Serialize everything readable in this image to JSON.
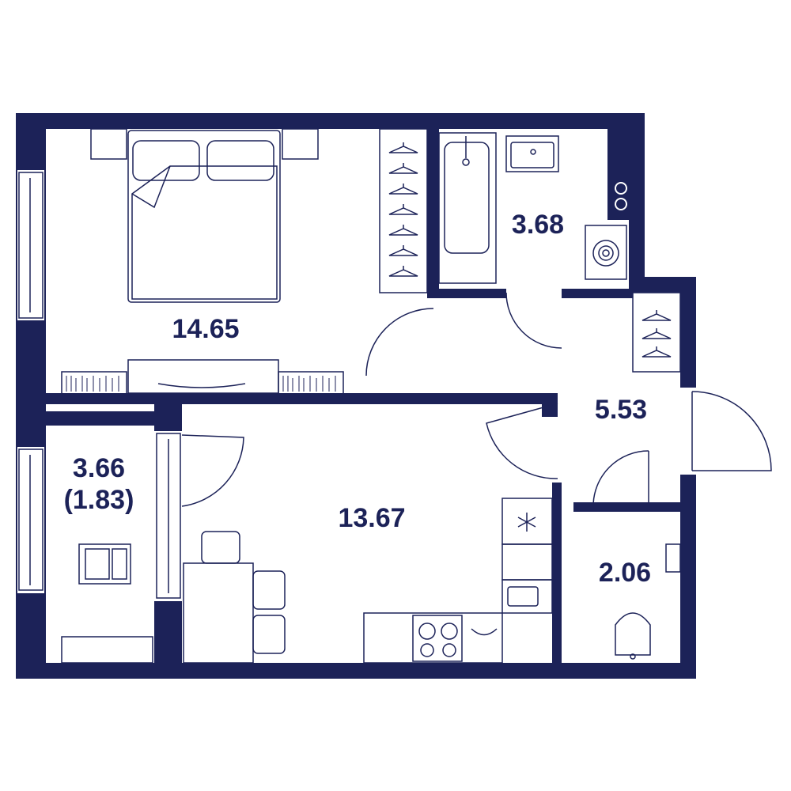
{
  "colors": {
    "wall": "#1c2258",
    "line": "#1c2258",
    "background": "#ffffff"
  },
  "rooms": {
    "bedroom": {
      "area": "14.65"
    },
    "bathroom": {
      "area": "3.68"
    },
    "hall": {
      "area": "5.53"
    },
    "balcony": {
      "area": "3.66",
      "reduced_area": "(1.83)"
    },
    "kitchen_living": {
      "area": "13.67"
    },
    "toilet": {
      "area": "2.06"
    }
  },
  "icons": [
    "bed-icon",
    "bathtub-icon",
    "sink-icon",
    "washing-machine-icon",
    "wardrobe-icon",
    "hanger-icon",
    "toilet-icon",
    "stove-icon",
    "fridge-icon",
    "dining-table-icon",
    "chair-icon",
    "tv-stand-icon",
    "shelf-icon",
    "door-icon",
    "window-icon"
  ]
}
